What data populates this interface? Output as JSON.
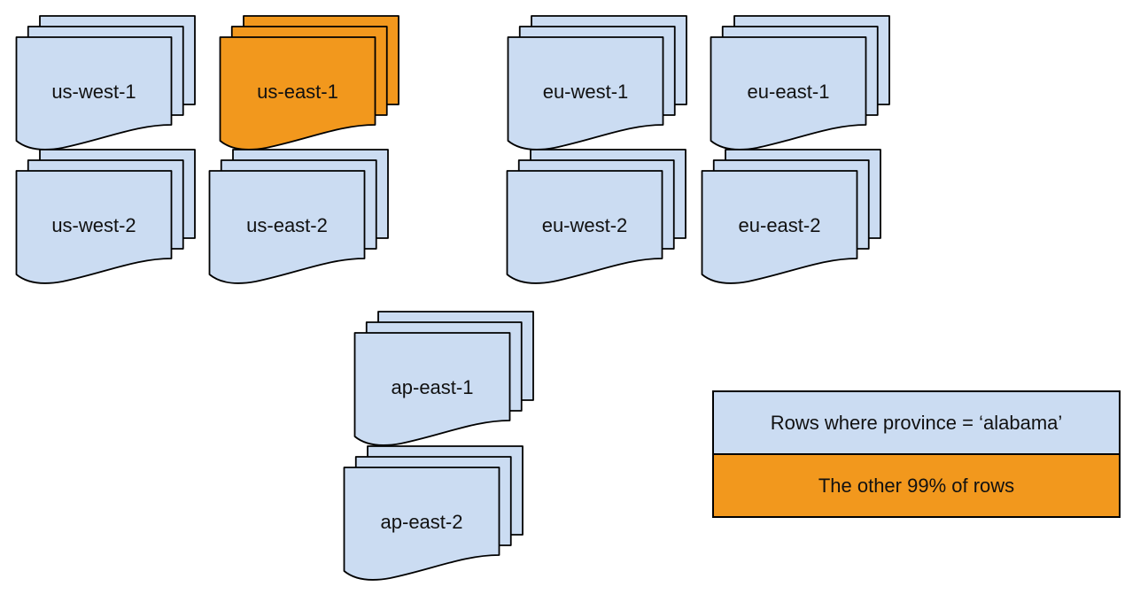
{
  "palette": {
    "background": "#ffffff",
    "partition_fill": "#cbdcf2",
    "highlight_fill": "#f2981d",
    "stroke": "#000000",
    "text": "#111111"
  },
  "diagram": {
    "regions": [
      {
        "label": "us-west-1",
        "highlighted": false
      },
      {
        "label": "us-east-1",
        "highlighted": true
      },
      {
        "label": "eu-west-1",
        "highlighted": false
      },
      {
        "label": "eu-east-1",
        "highlighted": false
      },
      {
        "label": "us-west-2",
        "highlighted": false
      },
      {
        "label": "us-east-2",
        "highlighted": false
      },
      {
        "label": "eu-west-2",
        "highlighted": false
      },
      {
        "label": "eu-east-2",
        "highlighted": false
      },
      {
        "label": "ap-east-1",
        "highlighted": false
      },
      {
        "label": "ap-east-2",
        "highlighted": false
      }
    ]
  },
  "legend": {
    "items": [
      {
        "label": "Rows where province = ‘alabama’",
        "highlighted": false
      },
      {
        "label": "The other 99% of rows",
        "highlighted": true
      }
    ]
  }
}
